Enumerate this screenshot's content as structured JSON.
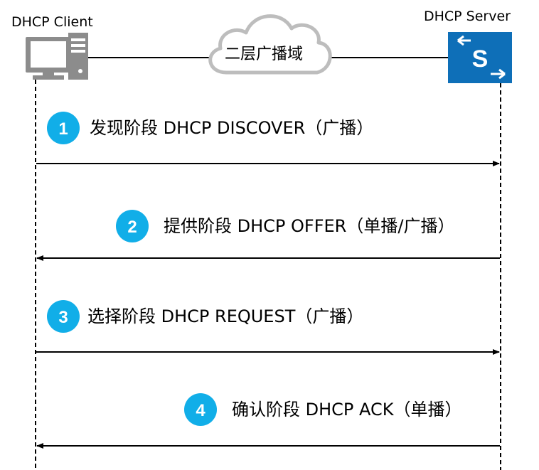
{
  "client": {
    "label": "DHCP Client",
    "icon": "computer-icon"
  },
  "server": {
    "label": "DHCP Server",
    "icon": "switch-icon",
    "icon_letter": "S",
    "color": "#0e6fb8"
  },
  "network": {
    "label": "二层广播域",
    "icon": "cloud-icon"
  },
  "badge_color": "#11aee8",
  "steps": [
    {
      "number": "1",
      "text": "发现阶段 DHCP DISCOVER（广播）",
      "direction": "client-to-server"
    },
    {
      "number": "2",
      "text": "提供阶段 DHCP OFFER（单播/广播）",
      "direction": "server-to-client"
    },
    {
      "number": "3",
      "text": "选择阶段 DHCP REQUEST（广播）",
      "direction": "client-to-server"
    },
    {
      "number": "4",
      "text": "确认阶段 DHCP ACK（单播）",
      "direction": "server-to-client"
    }
  ]
}
